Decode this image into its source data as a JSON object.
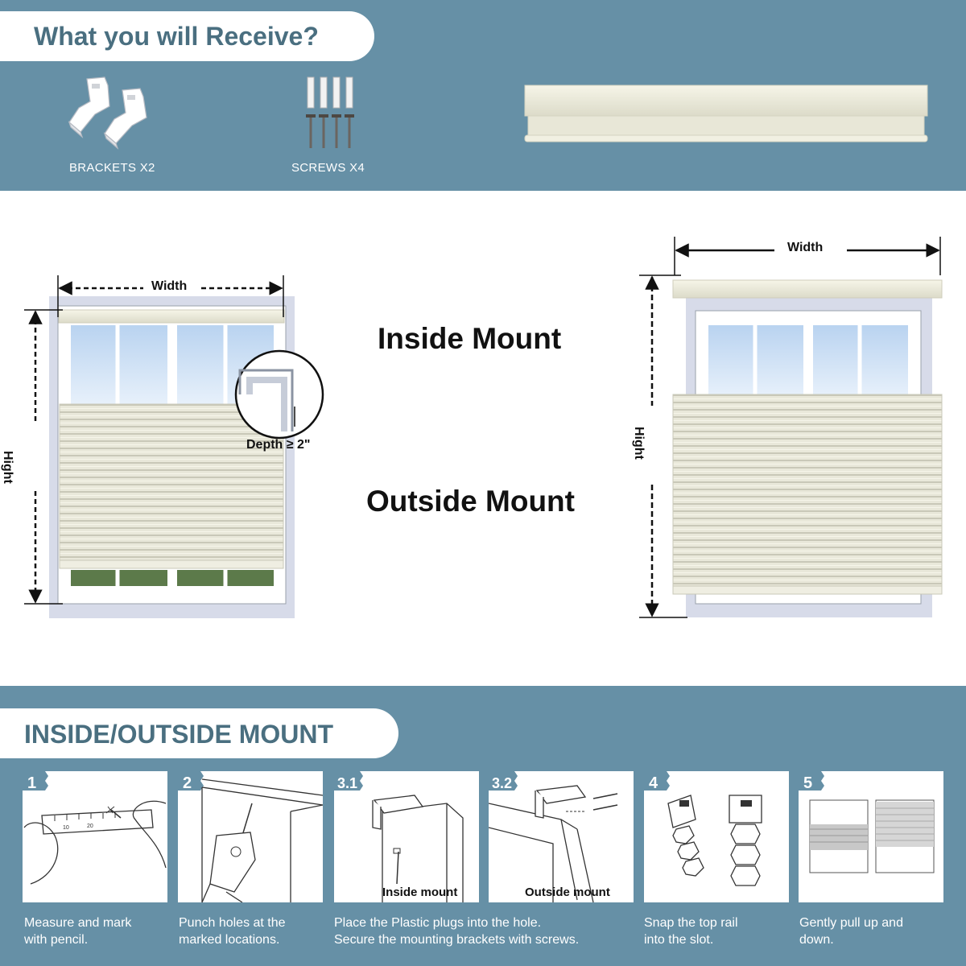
{
  "receive": {
    "title": "What you will Receive?",
    "brackets_label": "BRACKETS X2",
    "screws_label": "SCREWS X4"
  },
  "mounts": {
    "inside_title": "Inside Mount",
    "outside_title": "Outside Mount",
    "inside_width_label": "Width",
    "inside_height_label": "Hight",
    "depth_label": "Depth ≥ 2\"",
    "outside_width_label": "Width",
    "outside_height_label": "Hight"
  },
  "steps": {
    "title": "INSIDE/OUTSIDE MOUNT",
    "items": [
      {
        "number": "1",
        "caption_line1": "Measure and mark",
        "caption_line2": "with pencil."
      },
      {
        "number": "2",
        "caption_line1": "Punch holes at the",
        "caption_line2": "marked locations."
      },
      {
        "number": "3.1",
        "note": "Inside mount"
      },
      {
        "number": "3.2",
        "note": "Outside mount"
      },
      {
        "number": "4",
        "caption_line1": "Snap the top rail",
        "caption_line2": "into the slot."
      },
      {
        "number": "5",
        "caption_line1": "Gently pull up and",
        "caption_line2": "down."
      }
    ],
    "shared_caption_line1": "Place the Plastic plugs into the hole.",
    "shared_caption_line2": "Secure the mounting brackets with screws.",
    "ruler_ticks": [
      "10",
      "20"
    ]
  },
  "colors": {
    "band": "#6690a6",
    "title_text": "#4a6f80",
    "shade": "#e6e5d6",
    "frame": "#d7dbe9"
  }
}
